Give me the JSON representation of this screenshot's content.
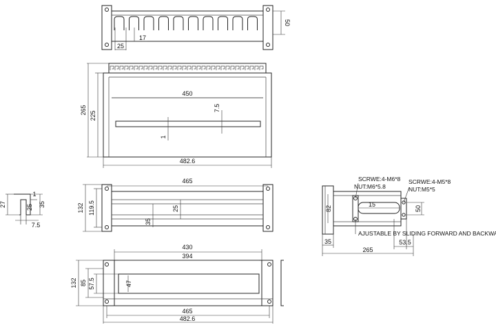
{
  "top_view": {
    "dim_50": "50",
    "dim_25": "25",
    "dim_17": "17"
  },
  "front_view": {
    "dim_265": "265",
    "dim_225": "225",
    "dim_450": "450",
    "dim_7_5": "7.5",
    "dim_1": "1",
    "dim_482_6": "482.6"
  },
  "side_profile": {
    "dim_27": "27",
    "dim_1": "1",
    "dim_25": "25",
    "dim_35": "35",
    "dim_7_5": "7.5"
  },
  "mid_view": {
    "dim_465": "465",
    "dim_132": "132",
    "dim_119_5": "119.5",
    "dim_25": "25",
    "dim_35": "35"
  },
  "bracket_view": {
    "dim_82": "82",
    "dim_15": "15",
    "dim_50": "50",
    "dim_35": "35",
    "dim_53_5": "53.5",
    "dim_265": "265",
    "screw_left": "SCRWE:4-M6*8",
    "nut_left": "NUT:M6*5.8",
    "screw_right": "SCRWE:4-M5*8",
    "nut_right": "NUT:M5*5",
    "adjust_note": "AJUSTABLE BY SLIDING FORWARD AND BACKWARD"
  },
  "panel_view": {
    "dim_430": "430",
    "dim_394": "394",
    "dim_132": "132",
    "dim_85": "85",
    "dim_57_5": "57.5",
    "dim_47": "47",
    "dim_465": "465",
    "dim_482_6": "482.6"
  }
}
